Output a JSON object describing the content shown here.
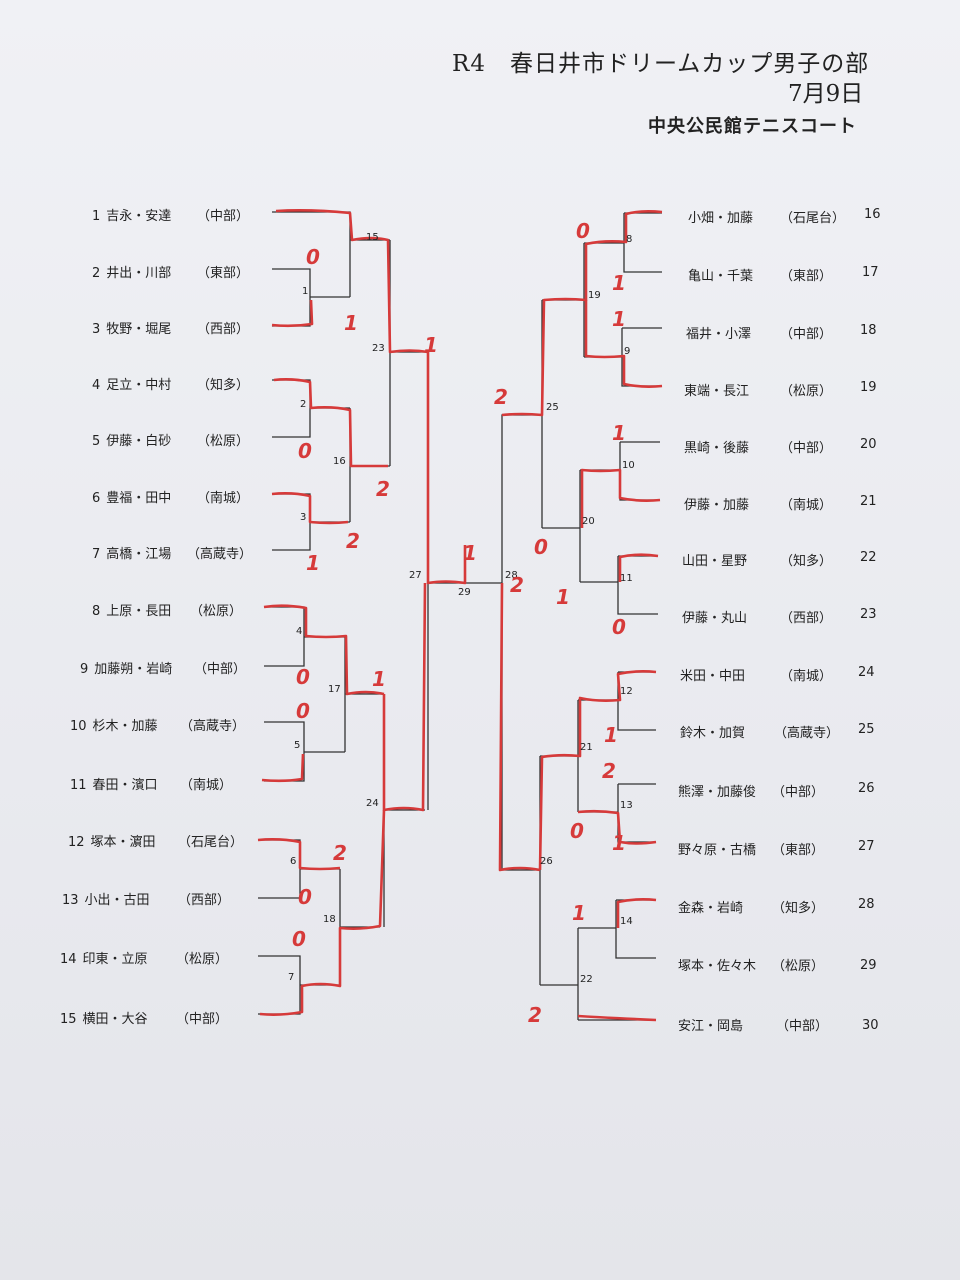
{
  "header": {
    "title": "R4　春日井市ドリームカップ男子の部",
    "date": "7月9日",
    "venue": "中央公民館テニスコート"
  },
  "left_players": [
    {
      "num": "1",
      "name": "吉永・安達",
      "team": "（中部）"
    },
    {
      "num": "2",
      "name": "井出・川部",
      "team": "（東部）"
    },
    {
      "num": "3",
      "name": "牧野・堀尾",
      "team": "（西部）"
    },
    {
      "num": "4",
      "name": "足立・中村",
      "team": "（知多）"
    },
    {
      "num": "5",
      "name": "伊藤・白砂",
      "team": "（松原）"
    },
    {
      "num": "6",
      "name": "豊福・田中",
      "team": "（南城）"
    },
    {
      "num": "7",
      "name": "高橋・江場",
      "team": "（高蔵寺）"
    },
    {
      "num": "8",
      "name": "上原・長田",
      "team": "（松原）"
    },
    {
      "num": "9",
      "name": "加藤朔・岩崎",
      "team": "（中部）"
    },
    {
      "num": "10",
      "name": "杉木・加藤",
      "team": "（高蔵寺）"
    },
    {
      "num": "11",
      "name": "春田・濱口",
      "team": "（南城）"
    },
    {
      "num": "12",
      "name": "塚本・濵田",
      "team": "（石尾台）"
    },
    {
      "num": "13",
      "name": "小出・古田",
      "team": "（西部）"
    },
    {
      "num": "14",
      "name": "印東・立原",
      "team": "（松原）"
    },
    {
      "num": "15",
      "name": "横田・大谷",
      "team": "（中部）"
    }
  ],
  "right_players": [
    {
      "num": "16",
      "name": "小畑・加藤",
      "team": "（石尾台）"
    },
    {
      "num": "17",
      "name": "亀山・千葉",
      "team": "（東部）"
    },
    {
      "num": "18",
      "name": "福井・小澤",
      "team": "（中部）"
    },
    {
      "num": "19",
      "name": "東端・長江",
      "team": "（松原）"
    },
    {
      "num": "20",
      "name": "黒崎・後藤",
      "team": "（中部）"
    },
    {
      "num": "21",
      "name": "伊藤・加藤",
      "team": "（南城）"
    },
    {
      "num": "22",
      "name": "山田・星野",
      "team": "（知多）"
    },
    {
      "num": "23",
      "name": "伊藤・丸山",
      "team": "（西部）"
    },
    {
      "num": "24",
      "name": "米田・中田",
      "team": "（南城）"
    },
    {
      "num": "25",
      "name": "鈴木・加賀",
      "team": "（高蔵寺）"
    },
    {
      "num": "26",
      "name": "熊澤・加藤俊",
      "team": "（中部）"
    },
    {
      "num": "27",
      "name": "野々原・古橋",
      "team": "（東部）"
    },
    {
      "num": "28",
      "name": "金森・岩崎",
      "team": "（知多）"
    },
    {
      "num": "29",
      "name": "塚本・佐々木",
      "team": "（松原）"
    },
    {
      "num": "30",
      "name": "安江・岡島",
      "team": "（中部）"
    }
  ],
  "match_numbers": [
    "1",
    "2",
    "3",
    "4",
    "5",
    "6",
    "7",
    "8",
    "9",
    "10",
    "11",
    "12",
    "13",
    "14",
    "15",
    "16",
    "17",
    "18",
    "19",
    "20",
    "21",
    "22",
    "23",
    "24",
    "25",
    "26",
    "27",
    "28",
    "29"
  ],
  "scores": [
    "0",
    "1",
    "0",
    "2",
    "2",
    "1",
    "1",
    "0",
    "0",
    "2",
    "0",
    "0",
    "1",
    "2",
    "2",
    "0",
    "1",
    "1",
    "0",
    "1",
    "1",
    "0",
    "1",
    "1",
    "2",
    "0",
    "1",
    "2",
    "1"
  ],
  "colors": {
    "ink": "#222222",
    "winner_line": "#d63a3a",
    "paper": "#ecedf1"
  }
}
